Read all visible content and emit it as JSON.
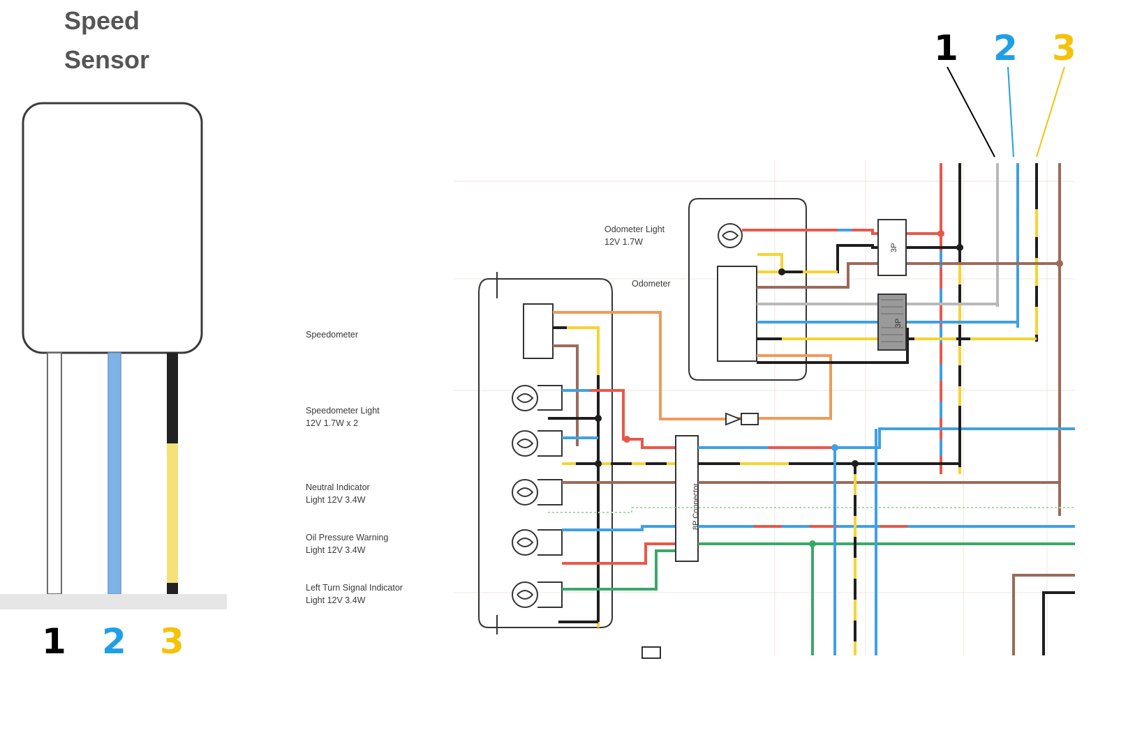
{
  "colors": {
    "black": "#1e1e1e",
    "blue": "#3fa0e6",
    "yellow": "#f5d431",
    "red": "#e8584a",
    "brown": "#9c6a5a",
    "orange": "#f09a5a",
    "green": "#3aa86a",
    "white_wire": "#b9b9b9",
    "pin1": "#000000",
    "pin2": "#1ea0e8",
    "pin3": "#f5c20a"
  },
  "sensor": {
    "title_line1": "Speed",
    "title_line2": "Sensor",
    "pins": [
      "1",
      "2",
      "3"
    ]
  },
  "top_pins": [
    "1",
    "2",
    "3"
  ],
  "labels": {
    "speedometer": "Speedometer",
    "speedo_light_1": "Speedometer Light",
    "speedo_light_2": "12V 1.7W x 2",
    "neutral_1": "Neutral Indicator",
    "neutral_2": "Light 12V 3.4W",
    "oil_1": "Oil Pressure Warning",
    "oil_2": "Light 12V 3.4W",
    "turn_1": "Left Turn Signal Indicator",
    "turn_2": "Light 12V 3.4W",
    "odo_light_1": "Odometer Light",
    "odo_light_2": "12V 1.7W",
    "odometer": "Odometer",
    "conn_8p": "8P Connector",
    "conn_3p_a": "3P",
    "conn_3p_b": "3P"
  }
}
